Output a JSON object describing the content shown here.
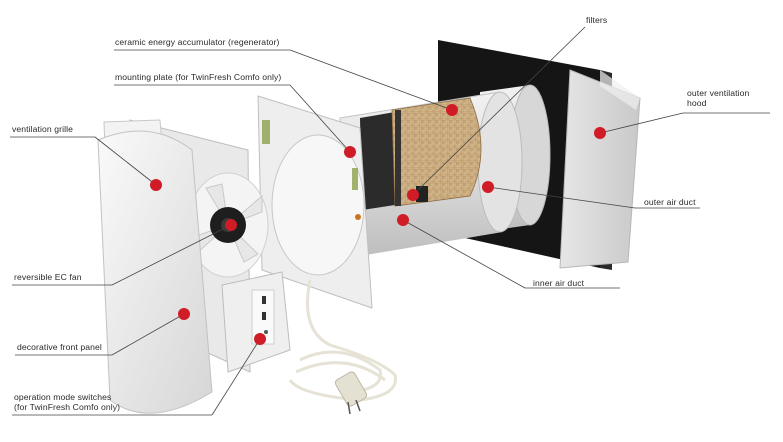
{
  "diagram": {
    "labels": {
      "filters": "filters",
      "ceramic_accumulator": "ceramic energy accumulator (regenerator)",
      "mounting_plate": "mounting plate (for TwinFresh Comfo only)",
      "ventilation_grille": "ventilation grille",
      "reversible_fan": "reversible EC fan",
      "decorative_panel": "decorative front panel",
      "operation_switches_line1": "operation mode switches",
      "operation_switches_line2": "(for TwinFresh Comfo only)",
      "outer_hood_line1": "outer ventilation",
      "outer_hood_line2": "hood",
      "outer_air_duct": "outer air duct",
      "inner_air_duct": "inner air duct"
    },
    "colors": {
      "marker": "#d01c27",
      "leader": "#444444",
      "text": "#2a2a2a"
    }
  }
}
